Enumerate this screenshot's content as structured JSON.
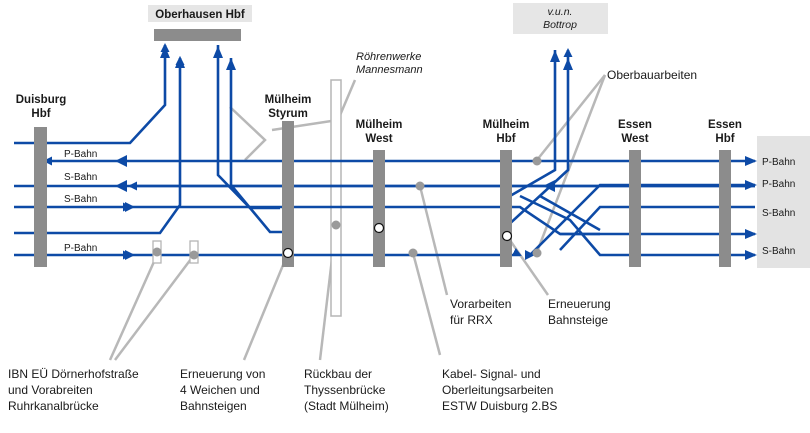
{
  "stations": {
    "duisburg_l1": "Duisburg",
    "duisburg_l2": "Hbf",
    "styrum_l1": "Mülheim",
    "styrum_l2": "Styrum",
    "mhwest_l1": "Mülheim",
    "mhwest_l2": "West",
    "mhhbf_l1": "Mülheim",
    "mhhbf_l2": "Hbf",
    "esswest_l1": "Essen",
    "esswest_l2": "West",
    "esshbf_l1": "Essen",
    "esshbf_l2": "Hbf"
  },
  "external": {
    "oberhausen": "Oberhausen Hbf",
    "bottrop_l1": "v.u.n.",
    "bottrop_l2": "Bottrop",
    "roehren_l1": "Röhrenwerke",
    "roehren_l2": "Mannesmann"
  },
  "track_labels": {
    "left": [
      "P-Bahn",
      "S-Bahn",
      "S-Bahn",
      "P-Bahn"
    ],
    "right": [
      "P-Bahn",
      "P-Bahn",
      "S-Bahn",
      "S-Bahn"
    ]
  },
  "annotations": {
    "oberbau": "Oberbauarbeiten",
    "ibn": [
      "IBN EÜ Dörnerhofstraße",
      "und Vorabreiten",
      "Ruhrkanalbrücke"
    ],
    "weichen": [
      "Erneuerung von",
      "4 Weichen und",
      "Bahnsteigen"
    ],
    "rueckbau": [
      "Rückbau der",
      "Thyssenbrücke",
      "(Stadt Mülheim)"
    ],
    "kabel": [
      "Kabel- Signal- und",
      "Oberleitungsarbeiten",
      "ESTW Duisburg 2.BS"
    ],
    "vorarbeiten": [
      "Vorarbeiten",
      "für RRX"
    ],
    "bahnsteige": [
      "Erneuerung",
      "Bahnsteige"
    ]
  },
  "colors": {
    "track": "#0d4aa6",
    "station_bar": "#8c8c8c",
    "header_box": "#dcdcdc",
    "leader": "#b5b5b5",
    "marker": "#9a9a9a"
  }
}
